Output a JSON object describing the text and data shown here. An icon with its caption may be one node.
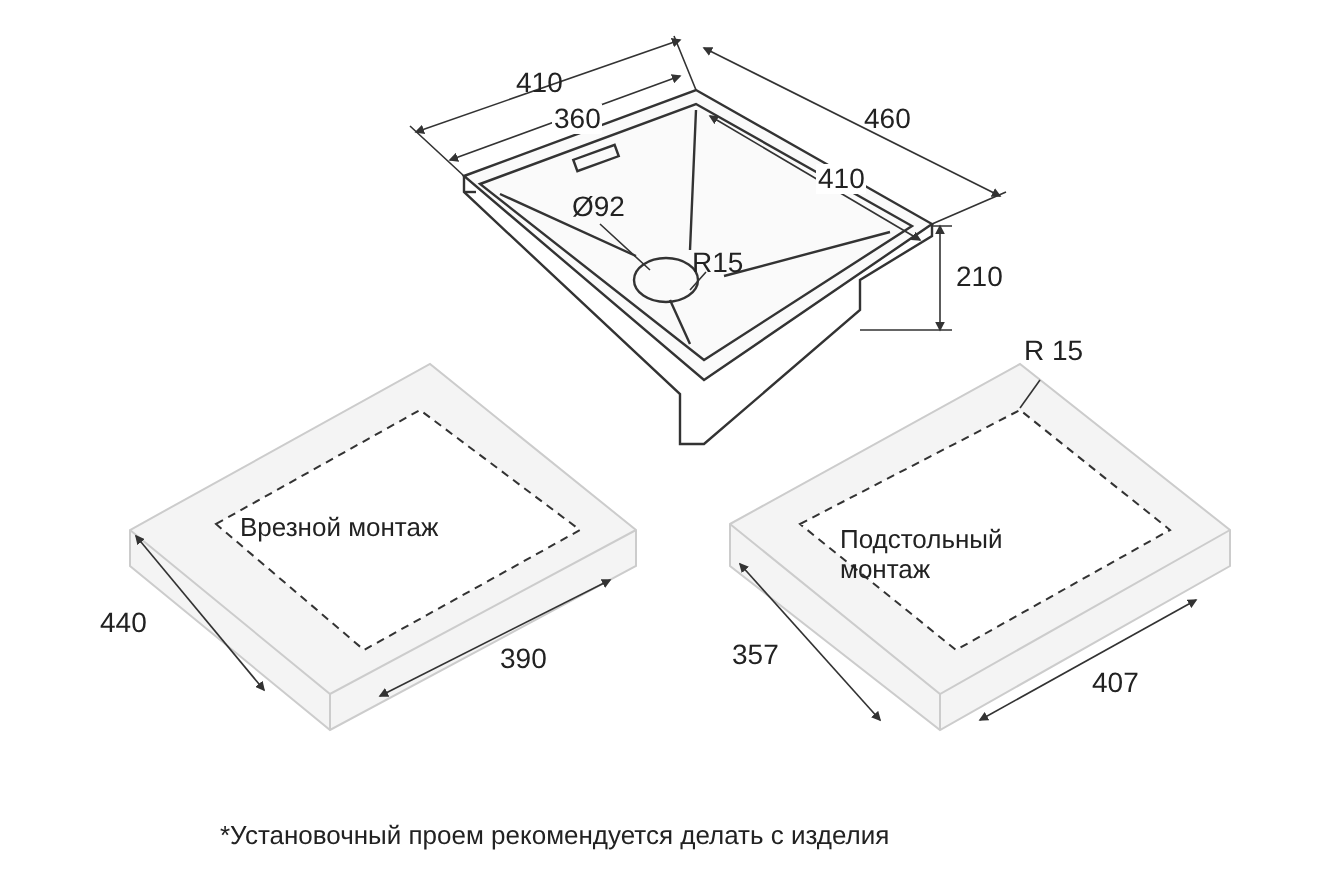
{
  "diagram": {
    "labels": [
      "410",
      "360",
      "460",
      "410",
      "Ø92",
      "R15",
      "210",
      "R 15",
      "Врезной монтаж",
      "Подстольный монтаж",
      "440",
      "390",
      "357",
      "407",
      "*Установочный проем рекомендуется делать с изделия"
    ]
  }
}
